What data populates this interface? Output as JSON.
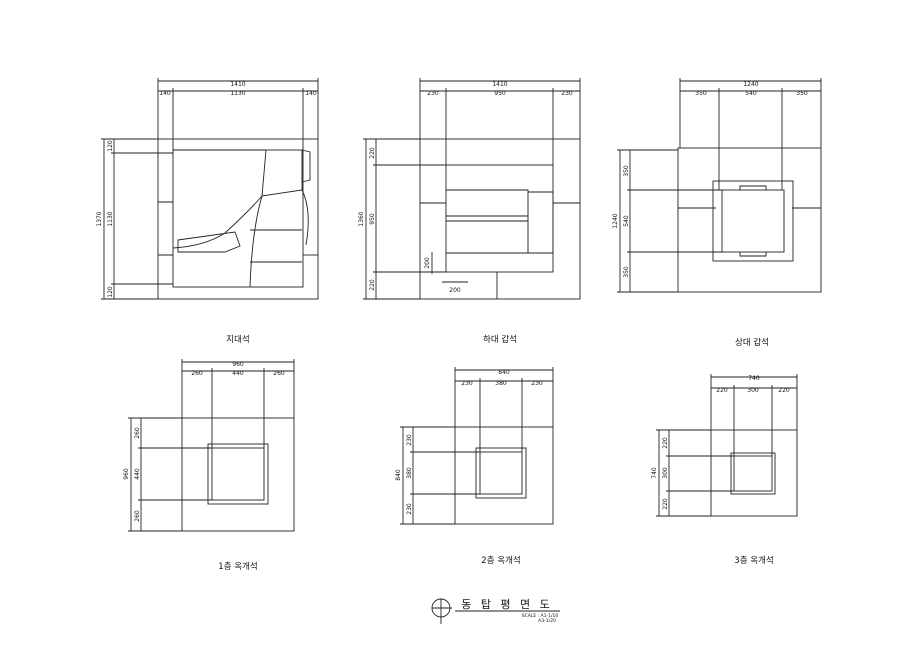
{
  "drawings": [
    {
      "id": "jidae",
      "label": "지대석",
      "width_total": "1410",
      "width_parts": [
        "140",
        "1130",
        "140"
      ],
      "height_total": "1370",
      "height_parts": [
        "120",
        "1130",
        "120"
      ]
    },
    {
      "id": "hadae",
      "label": "하대 갑석",
      "width_total": "1410",
      "width_parts": [
        "230",
        "950",
        "230"
      ],
      "height_total": "1360",
      "height_parts": [
        "220",
        "950",
        "220"
      ],
      "detail_h": "200",
      "detail_w": "200"
    },
    {
      "id": "sangdae",
      "label": "상대 갑석",
      "width_total": "1240",
      "width_parts": [
        "350",
        "540",
        "350"
      ],
      "height_total": "1240",
      "height_parts": [
        "350",
        "540",
        "350"
      ]
    },
    {
      "id": "floor1",
      "label": "1층 옥개석",
      "width_total": "960",
      "width_parts": [
        "260",
        "440",
        "260"
      ],
      "height_total": "960",
      "height_parts": [
        "260",
        "440",
        "260"
      ]
    },
    {
      "id": "floor2",
      "label": "2층 옥개석",
      "width_total": "840",
      "width_parts": [
        "230",
        "380",
        "230"
      ],
      "height_total": "840",
      "height_parts": [
        "230",
        "380",
        "230"
      ]
    },
    {
      "id": "floor3",
      "label": "3층 옥개석",
      "width_total": "740",
      "width_parts": [
        "220",
        "300",
        "220"
      ],
      "height_total": "740",
      "height_parts": [
        "220",
        "300",
        "220"
      ]
    }
  ],
  "title_block": {
    "title": "동 탑 평 면 도",
    "scale_line1": "SCALE : A1-1/10",
    "scale_line2": "A3-1/20"
  },
  "colors": {
    "line": "#222222",
    "dim": "#333333"
  }
}
